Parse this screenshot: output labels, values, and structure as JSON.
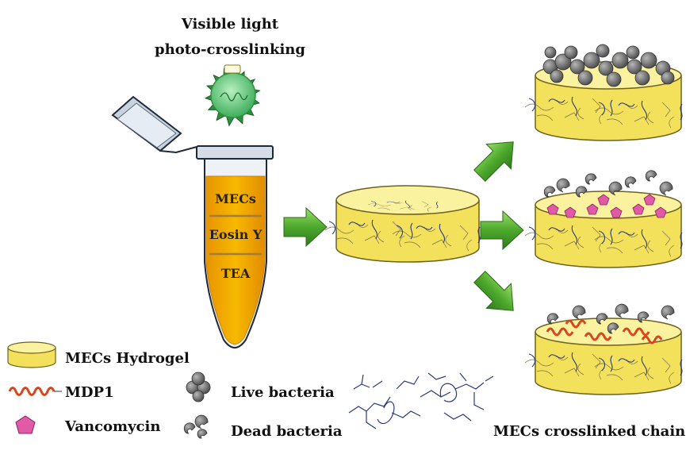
{
  "light": {
    "line1": "Visible light",
    "line2": "photo-crosslinking"
  },
  "tube": {
    "layers": [
      "MECs",
      "Eosin Y",
      "TEA"
    ]
  },
  "legend": {
    "hydrogel": "MECs Hydrogel",
    "peptide": "MDP1",
    "drug": "Vancomycin",
    "live": "Live bacteria",
    "dead": "Dead bacteria",
    "chain": "MECs crosslinked chain"
  },
  "colors": {
    "hydrogel_fill": "#f8ec7a",
    "hydrogel_edge": "#8a7a22",
    "tube_liquid": "#f2a900",
    "arrow_green": "#5fb83a",
    "bulb_green": "#5fc27a",
    "vancomycin": "#e05aa8",
    "mdp1": "#d9441c",
    "bacteria": "#777777",
    "chain": "#2b3a78"
  }
}
